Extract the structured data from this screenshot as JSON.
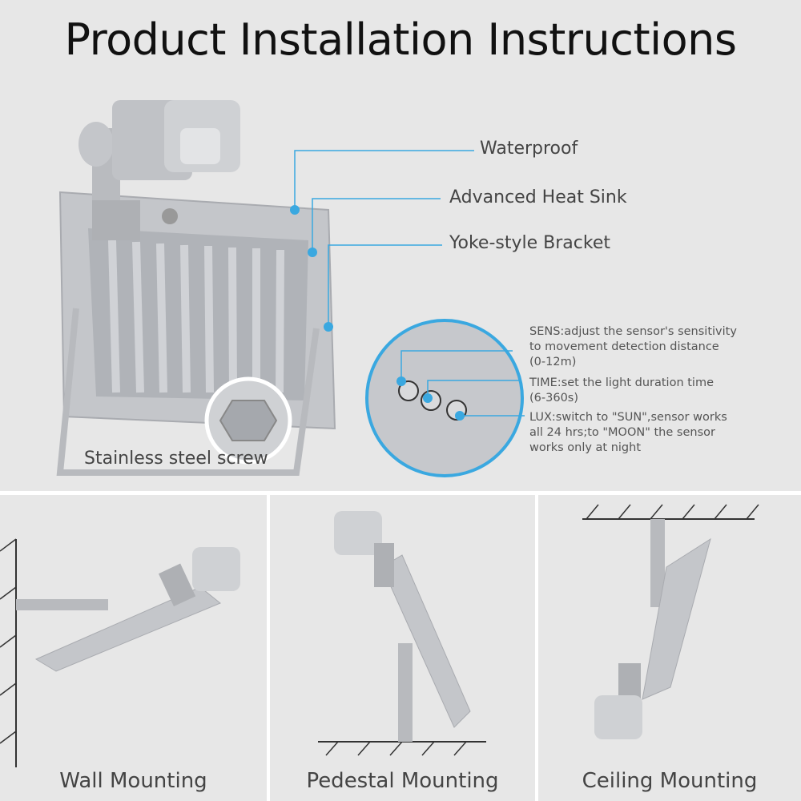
{
  "title": "Product Installation Instructions",
  "callouts": {
    "waterproof": "Waterproof",
    "heat_sink": "Advanced Heat Sink",
    "bracket": "Yoke-style Bracket",
    "screw": "Stainless steel screw"
  },
  "sensor": {
    "sens": [
      "SENS:adjust the sensor's sensitivity",
      "to movement detection distance",
      "(0-12m)"
    ],
    "time": [
      "TIME:set the light duration time",
      "(6-360s)"
    ],
    "lux": [
      "LUX:switch to \"SUN\",sensor works",
      "all 24 hrs;to \"MOON\" the sensor",
      "works only at night"
    ],
    "knob_labels": [
      "LUX",
      "TIME",
      "SENS"
    ]
  },
  "mounting": [
    {
      "label": "Wall Mounting"
    },
    {
      "label": "Pedestal Mounting"
    },
    {
      "label": "Ceiling Mounting"
    }
  ],
  "colors": {
    "accent": "#3aa8e0",
    "background": "#e7e7e7",
    "text": "#444444"
  }
}
